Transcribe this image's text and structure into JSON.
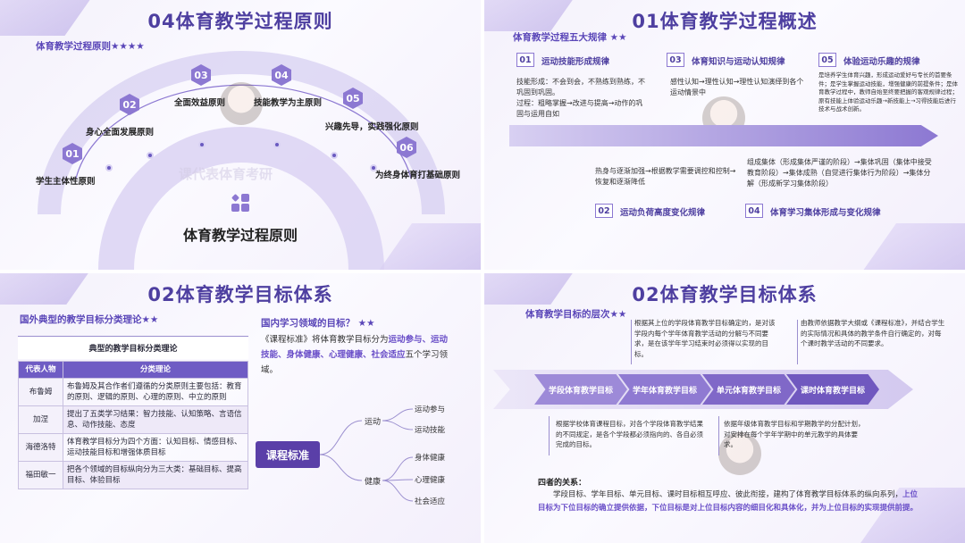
{
  "slide1": {
    "title": "04体育教学过程原则",
    "subtitle": "体育教学过程原则★★★★",
    "principles": [
      {
        "num": "01",
        "label": "学生主体性原则"
      },
      {
        "num": "02",
        "label": "身心全面发展原则"
      },
      {
        "num": "03",
        "label": "全面效益原则"
      },
      {
        "num": "04",
        "label": "技能教学为主原则"
      },
      {
        "num": "05",
        "label": "兴趣先导，实践强化原则"
      },
      {
        "num": "06",
        "label": "为终身体育打基础原则"
      }
    ],
    "center_label": "体育教学过程原则",
    "watermark": "课代表体育考研"
  },
  "slide2": {
    "title": "01体育教学过程概述",
    "subtitle": "体育教学过程五大规律 ★★",
    "laws": [
      {
        "num": "01",
        "label": "运动技能形成规律",
        "text": "技能形成：不会到会，不熟练到熟练，不巩固到巩固。\n过程：粗略掌握→改进与提高→动作的巩固与运用自如"
      },
      {
        "num": "03",
        "label": "体育知识与运动认知规律",
        "text": "感性认知→理性认知→理性认知演绎到各个运动情景中"
      },
      {
        "num": "05",
        "label": "体验运动乐趣的规律",
        "text": "是培养学生体育兴趣，形成运动爱好与专长的首要条件；是学生掌握运动技能，增强健康的前提条件；是体育教学过程中，教师自始至终要把握的客观规律过程；原有技能上体验运动乐趣→新技能上→习得技能后进行技术与战术创新。"
      },
      {
        "num": "02",
        "label": "运动负荷高度变化规律",
        "text": "热身与逐渐加强→根据教学需要调控和控制→恢复和逐渐降低"
      },
      {
        "num": "04",
        "label": "体育学习集体形成与变化规律",
        "text": "组成集体（形成集体严谨的阶段）→集体巩固（集体中接受教育阶段）→集体成熟（自觉进行集体行为阶段）→集体分解（形成新学习集体阶段）"
      }
    ]
  },
  "slide3": {
    "title": "02体育教学目标体系",
    "subtitle": "国外典型的教学目标分类理论★★",
    "table_caption": "典型的教学目标分类理论",
    "table_headers": [
      "代表人物",
      "分类理论"
    ],
    "table_rows": [
      [
        "布鲁姆",
        "布鲁姆及其合作者们遵循的分类原则主要包括：教育的原则、逻辑的原则、心理的原则、中立的原则"
      ],
      [
        "加涅",
        "提出了五类学习结果：智力技能、认知策略、言语信息、动作技能、态度"
      ],
      [
        "海德洛特",
        "体育教学目标分为四个方面：认知目标、情感目标、运动技能目标和增强体质目标"
      ],
      [
        "福田敏一",
        "把各个领域的目标纵向分为三大类：基础目标、提高目标、体验目标"
      ]
    ],
    "domestic_title": "国内学习领域的目标？ ★★",
    "domestic_text_pre": "《课程标准》将体育教学目标分为",
    "domestic_highlight": "运动参与、运动技能、身体健康、心理健康、社会适应",
    "domestic_text_post": "五个学习领域。",
    "mindmap": {
      "root": "课程标准",
      "branch1": "运动",
      "leaves1": [
        "运动参与",
        "运动技能"
      ],
      "branch2": "健康",
      "leaves2": [
        "身体健康",
        "心理健康",
        "社会适应"
      ]
    }
  },
  "slide4": {
    "title": "02体育教学目标体系",
    "subtitle": "体育教学目标的层次★★",
    "levels": [
      "学段体育教学目标",
      "学年体育教学目标",
      "单元体育教学目标",
      "课时体育教学目标"
    ],
    "top_texts": [
      "根据其上位的学段体育教学目标确定的，是对该学段内每个学年体育教学活动的分解与不同要求，是在该学年学习结束时必须得以实现的目标。",
      "由教师依据教学大纲或《课程标准》，并结合学生的实际情况和具体的教学条件自行确定的，对每个课时教学活动的不同要求。"
    ],
    "bottom_texts": [
      "根据学校体育课程目标，对各个学段体育教学结果的不同规定，是各个学段都必须指向的、各自必须完成的目标。",
      "依据年级体育教学目标和学期教学的分配计划，对安排在每个学年学期中的单元教学的具体要求。"
    ],
    "relation_title": "四者的关系：",
    "relation_text": "学段目标、学年目标、单元目标、课时目标相互呼应、彼此衔接，建构了体育教学目标体系的纵向系列，",
    "relation_highlight": "上位目标为下位目标的确立提供依据，下位目标是对上位目标内容的细目化和具体化，并为上位目标的实现提供前提。"
  }
}
